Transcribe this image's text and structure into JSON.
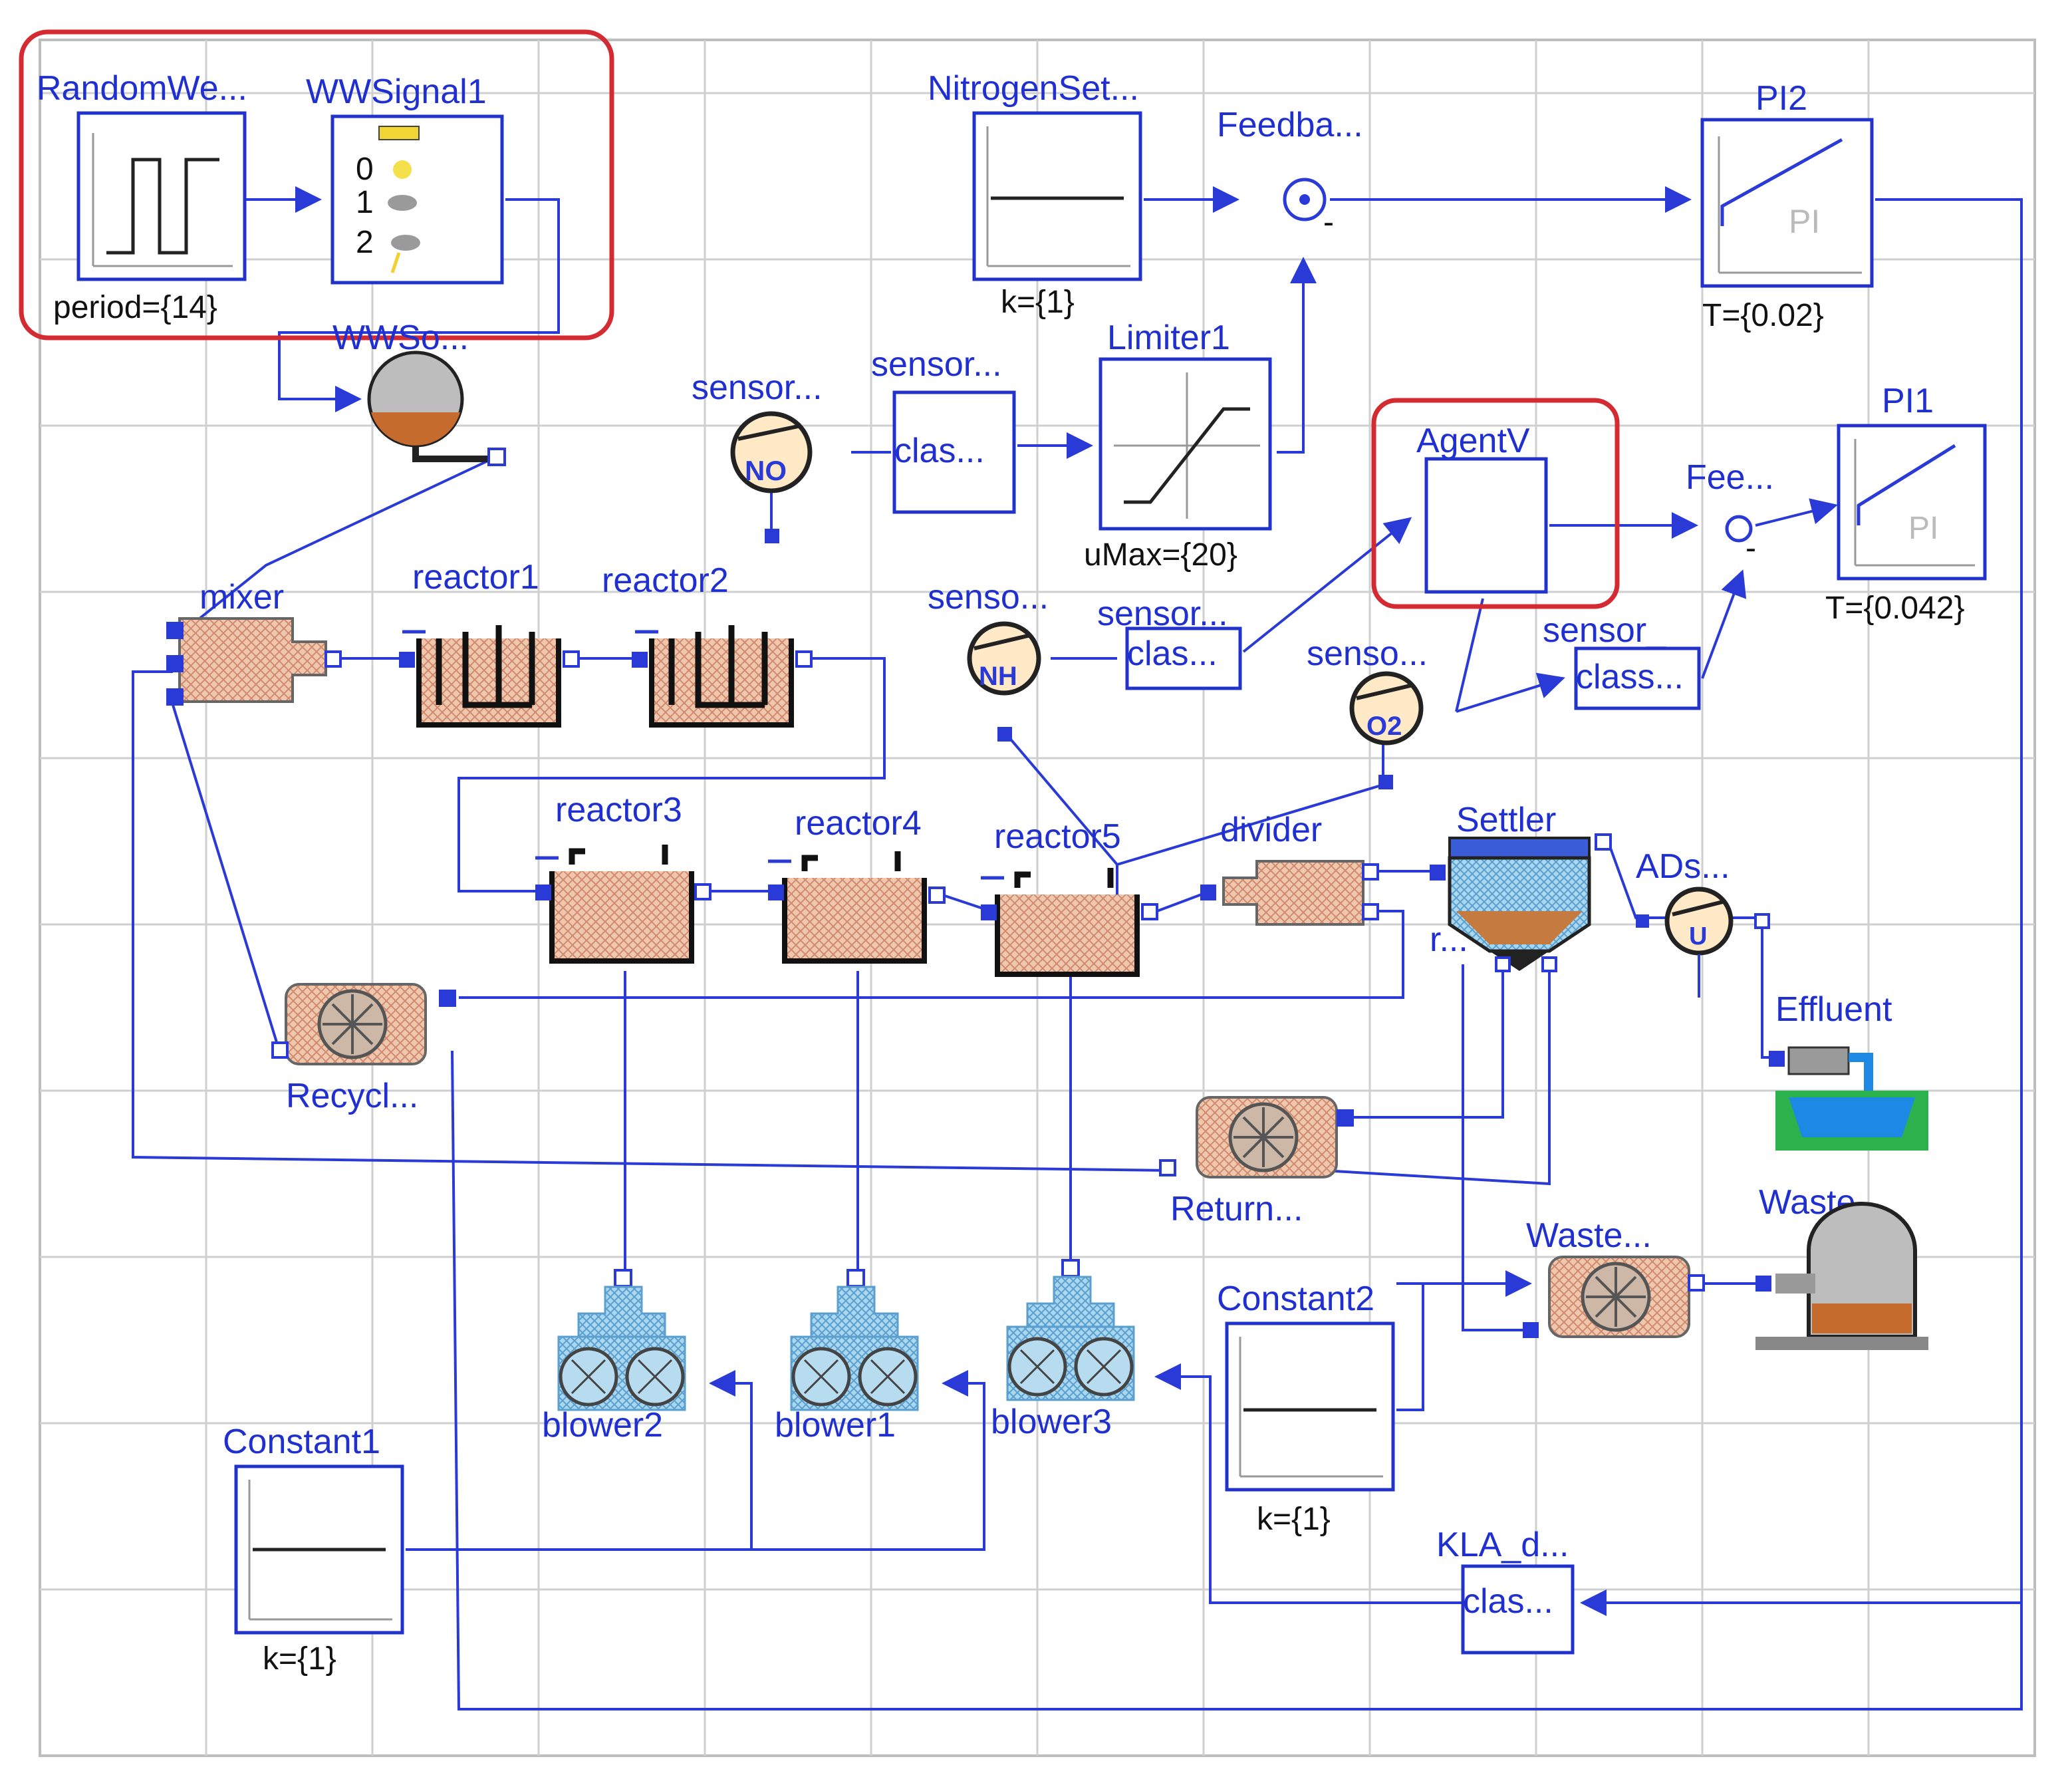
{
  "labels": {
    "random": "RandomWe...",
    "wwsignal": "WWSignal1",
    "nitrogenset": "NitrogenSet...",
    "feedback2": "Feedba...",
    "pi2": "PI2",
    "wwsource": "WWSo...",
    "sensor_no": "sensor...",
    "sensor_class1": "sensor...",
    "limiter": "Limiter1",
    "agent": "AgentV",
    "feedback1": "Fee...",
    "pi1": "PI1",
    "mixer": "mixer",
    "reactor1": "reactor1",
    "reactor2": "reactor2",
    "sensor_nh": "senso...",
    "sensor_class2": "sensor...",
    "sensor_o2": "senso...",
    "sensor_class3": "sensor_",
    "reactor3": "reactor3",
    "reactor4": "reactor4",
    "reactor5": "reactor5",
    "divider": "divider",
    "settler": "Settler",
    "ads": "ADs...",
    "r": "r...",
    "effluent": "Effluent",
    "recycle": "Recycl...",
    "return": "Return...",
    "waste_pump": "Waste...",
    "waste_sink": "Waste...",
    "constant2": "Constant2",
    "blower2": "blower2",
    "blower1": "blower1",
    "blower3": "blower3",
    "constant1": "Constant1",
    "kla": "KLA_d..."
  },
  "params": {
    "period": "period={14}",
    "nitrogen_k": "k={1}",
    "pi2_t": "T={0.02}",
    "umax": "uMax={20}",
    "pi1_t": "T={0.042}",
    "constant2_k": "k={1}",
    "constant1_k": "k={1}"
  },
  "block_text": {
    "class_no": "clas...",
    "class_nh": "clas...",
    "class_o2": "class...",
    "class_kla": "clas...",
    "pi_icon": "PI",
    "pi_icon2": "PI",
    "sensor_no_tag": "NO",
    "sensor_nh_tag": "NH",
    "sensor_o2_tag": "O2",
    "sensor_ads_tag": "U",
    "minus": "-",
    "signal_0": "0",
    "signal_1": "1",
    "signal_2": "2"
  },
  "colors": {
    "wire": "#2a3ad6",
    "label": "#1f2fd0",
    "highlight": "#d42a32",
    "tank_fill": "#e8b99a",
    "water": "#1e88e5",
    "blower": "#8fc8e8"
  }
}
